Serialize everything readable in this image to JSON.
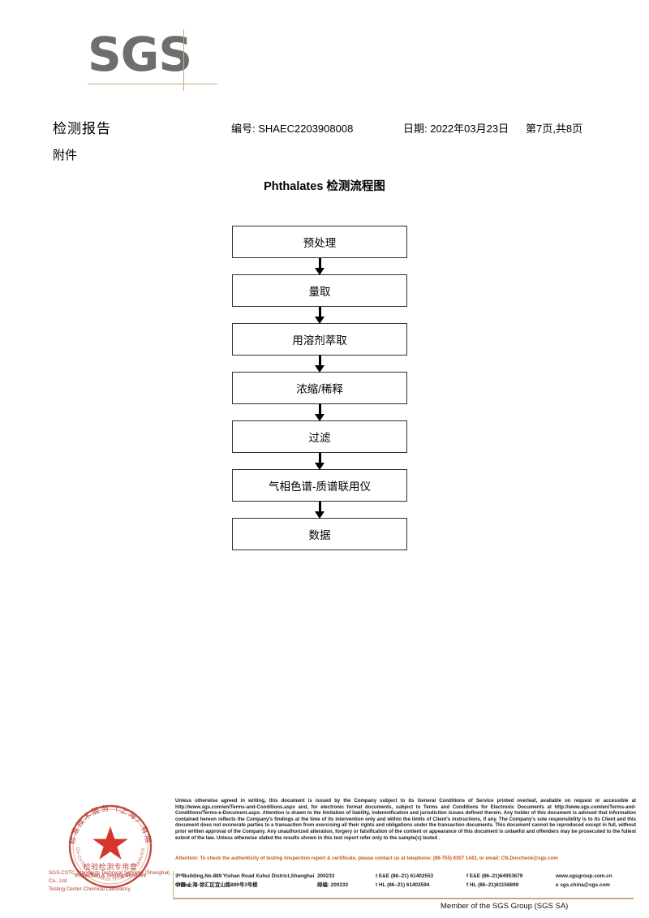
{
  "logo": {
    "text": "SGS",
    "rule_color": "#c8a981",
    "text_color": "#6e6e6e"
  },
  "header": {
    "title": "检测报告",
    "attachment_label": "附件",
    "report_no": "编号: SHAEC2203908008",
    "date": "日期: 2022年03月23日",
    "page": "第7页,共8页"
  },
  "flowchart": {
    "title": "Phthalates 检测流程图",
    "steps": [
      {
        "label": "预处理"
      },
      {
        "label": "量取"
      },
      {
        "label": "用溶剂萃取"
      },
      {
        "label": "浓缩/稀释"
      },
      {
        "label": "过滤"
      },
      {
        "label": "气相色谱-质谱联用仪"
      },
      {
        "label": "数据"
      }
    ]
  },
  "seal": {
    "outer_text": "上海标准技术服务（上海）有限公司",
    "center_line1": "检验检测专用章",
    "center_line2": "Inspection & Testing Services",
    "color": "#b43a2e",
    "company_line1": "SGS-CSTC Standards Technical Services (Shanghai) Co., Ltd.",
    "company_line2": "Testing Center-Chemical Laboratory."
  },
  "footer": {
    "disclaimer": "Unless otherwise agreed in writing, this document is issued by the Company subject to its General Conditions of Service printed overleaf, available on request or accessible at http://www.sgs.com/en/Terms-and-Conditions.aspx and, for electronic format documents, subject to Terms and Conditions for Electronic Documents at http://www.sgs.com/en/Terms-and-Conditions/Terms-e-Document.aspx. Attention is drawn to the limitation of liability, indemnification and jurisdiction issues defined therein. Any holder of this document is advised that information contained hereon reflects the Company's findings at the time of its intervention only and within the limits of Client's instructions, if any. The Company's sole responsibility is to its Client and this document does not exonerate parties to a transaction from exercising all their rights and obligations under the transaction documents. This document cannot be reproduced except in full, without prior written approval of the Company. Any unauthorized alteration, forgery or falsification of the content or appearance of this document is unlawful and offenders may be prosecuted to the fullest extent of the law. Unless otherwise stated the results shown in this test report refer only to the sample(s) tested .",
    "attention": "Attention: To check the authenticity of testing /inspection report & certificate, please contact us at telephone: (86-755) 8307 1443, or email: CN.Doccheck@sgs.com",
    "attention_color": "#c2591f",
    "rule_color": "#c8a981",
    "address_en": "3ᴿᵈBuilding,No.889 Yishan Road Xuhui District,Shanghai China",
    "zip_en": "200233",
    "tel_en": "t E&E (86–21) 61402553",
    "fax_en": "f E&E (86–21)64953679",
    "web_en": "www.sgsgroup.com.cn",
    "address_cn": "中国·上海·徐汇区宜山路889号3号楼",
    "zip_cn": "邮编: 200233",
    "tel_cn": "t HL (86–21) 61402594",
    "fax_cn": "f HL (86–21)61156899",
    "web_cn": "e  sgs.china@sgs.com",
    "member": "Member of the SGS Group (SGS SA)"
  }
}
